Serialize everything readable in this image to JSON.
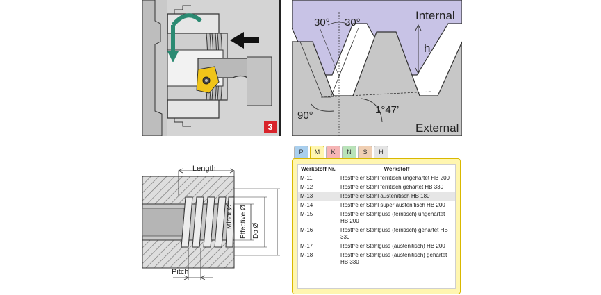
{
  "step_badge": "3",
  "thread_profile": {
    "label_internal": "Internal",
    "label_external": "External",
    "angle_left": "30°",
    "angle_right": "30°",
    "height_label": "h",
    "corner_angle": "90°",
    "helix_angle": "1°47’"
  },
  "bore": {
    "length_label": "Length",
    "pitch_label": "Pitch",
    "minor_label": "Minor Ø",
    "effective_label": "Effective Ø",
    "do_label": "Do Ø"
  },
  "material_table": {
    "tabs": [
      {
        "label": "P",
        "color": "#a9cfee"
      },
      {
        "label": "M",
        "color": "#fff6b0"
      },
      {
        "label": "K",
        "color": "#f6b5b5"
      },
      {
        "label": "N",
        "color": "#b9e3b9"
      },
      {
        "label": "S",
        "color": "#f0cfb3"
      },
      {
        "label": "H",
        "color": "#e4e4e4"
      }
    ],
    "active_tab": "M",
    "col_code": "Werkstoff Nr.",
    "col_name": "Werkstoff",
    "rows": [
      {
        "code": "M-11",
        "name": "Rostfreier Stahl ferritisch ungehärtet HB 200"
      },
      {
        "code": "M-12",
        "name": "Rostfreier Stahl ferritisch gehärtet HB 330"
      },
      {
        "code": "M-13",
        "name": "Rostfreier Stahl austenitisch HB 180"
      },
      {
        "code": "M-14",
        "name": "Rostfreier Stahl super austenitisch HB 200"
      },
      {
        "code": "M-15",
        "name": "Rostfreier Stahlguss (ferritisch) ungehärtet HB 200"
      },
      {
        "code": "M-16",
        "name": "Rostfreier Stahlguss (ferritisch) gehärtet HB 330"
      },
      {
        "code": "M-17",
        "name": "Rostfreier Stahlguss (austenitisch) HB 200"
      },
      {
        "code": "M-18",
        "name": "Rostfreier Stahlguss (austenitisch) gehärtet HB 330"
      }
    ],
    "highlight_row": 2
  }
}
